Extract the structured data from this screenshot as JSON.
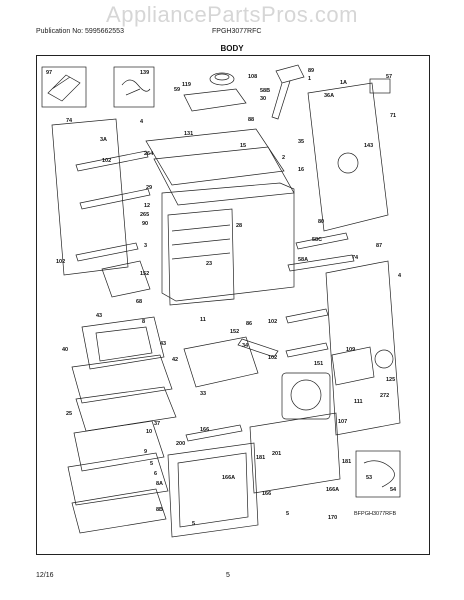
{
  "watermark": "AppliancePartsPros.com",
  "header": {
    "publication": "Publication No: 5995662553",
    "model": "FPGH3077RFC",
    "section_title": "BODY"
  },
  "footer": {
    "date": "12/16",
    "page_number": "5"
  },
  "diagram": {
    "code": "BFPGH3077RFB",
    "callouts": [
      {
        "id": "c97",
        "label": "97"
      },
      {
        "id": "c139",
        "label": "139"
      },
      {
        "id": "c119",
        "label": "119"
      },
      {
        "id": "c108",
        "label": "108"
      },
      {
        "id": "c89",
        "label": "89"
      },
      {
        "id": "c1",
        "label": "1"
      },
      {
        "id": "c57",
        "label": "57"
      },
      {
        "id": "c1a",
        "label": "1A"
      },
      {
        "id": "c59",
        "label": "59"
      },
      {
        "id": "c58b",
        "label": "58B"
      },
      {
        "id": "c30",
        "label": "30"
      },
      {
        "id": "c36a",
        "label": "36A"
      },
      {
        "id": "c71",
        "label": "71"
      },
      {
        "id": "c74a",
        "label": "74"
      },
      {
        "id": "c3a",
        "label": "3A"
      },
      {
        "id": "c4a",
        "label": "4"
      },
      {
        "id": "c131",
        "label": "131"
      },
      {
        "id": "c88",
        "label": "88"
      },
      {
        "id": "c35",
        "label": "35"
      },
      {
        "id": "c143",
        "label": "143"
      },
      {
        "id": "c102a",
        "label": "102"
      },
      {
        "id": "c264",
        "label": "264"
      },
      {
        "id": "c15",
        "label": "15"
      },
      {
        "id": "c2",
        "label": "2"
      },
      {
        "id": "c16",
        "label": "16"
      },
      {
        "id": "c29a",
        "label": "29"
      },
      {
        "id": "c12",
        "label": "12"
      },
      {
        "id": "c265",
        "label": "265"
      },
      {
        "id": "c90",
        "label": "90"
      },
      {
        "id": "c28",
        "label": "28"
      },
      {
        "id": "c80",
        "label": "80"
      },
      {
        "id": "c58c",
        "label": "58C"
      },
      {
        "id": "c87",
        "label": "87"
      },
      {
        "id": "c102b",
        "label": "102"
      },
      {
        "id": "c3",
        "label": "3"
      },
      {
        "id": "c23",
        "label": "23"
      },
      {
        "id": "c58a",
        "label": "58A"
      },
      {
        "id": "c74b",
        "label": "74"
      },
      {
        "id": "c4b",
        "label": "4"
      },
      {
        "id": "c152a",
        "label": "152"
      },
      {
        "id": "c68",
        "label": "68"
      },
      {
        "id": "c11",
        "label": "11"
      },
      {
        "id": "c86",
        "label": "86"
      },
      {
        "id": "c152b",
        "label": "152"
      },
      {
        "id": "c43a",
        "label": "43"
      },
      {
        "id": "c8a",
        "label": "8"
      },
      {
        "id": "c43b",
        "label": "43"
      },
      {
        "id": "c34",
        "label": "34"
      },
      {
        "id": "c102c",
        "label": "102"
      },
      {
        "id": "c40",
        "label": "40"
      },
      {
        "id": "c42",
        "label": "42"
      },
      {
        "id": "c102d",
        "label": "102"
      },
      {
        "id": "c109",
        "label": "109"
      },
      {
        "id": "c151",
        "label": "151"
      },
      {
        "id": "c125",
        "label": "125"
      },
      {
        "id": "c33",
        "label": "33"
      },
      {
        "id": "c111",
        "label": "111"
      },
      {
        "id": "c272",
        "label": "272"
      },
      {
        "id": "c25",
        "label": "25"
      },
      {
        "id": "c107",
        "label": "107"
      },
      {
        "id": "c37",
        "label": "37"
      },
      {
        "id": "c10",
        "label": "10"
      },
      {
        "id": "c166a",
        "label": "166"
      },
      {
        "id": "c200",
        "label": "200"
      },
      {
        "id": "c181a",
        "label": "181"
      },
      {
        "id": "c201",
        "label": "201"
      },
      {
        "id": "c181b",
        "label": "181"
      },
      {
        "id": "c9",
        "label": "9"
      },
      {
        "id": "c5a",
        "label": "5"
      },
      {
        "id": "c6",
        "label": "6"
      },
      {
        "id": "c166b",
        "label": "166A"
      },
      {
        "id": "c8b",
        "label": "8A"
      },
      {
        "id": "c166c",
        "label": "166"
      },
      {
        "id": "c166d",
        "label": "166A"
      },
      {
        "id": "c53",
        "label": "53"
      },
      {
        "id": "c54",
        "label": "54"
      },
      {
        "id": "c8c",
        "label": "8B"
      },
      {
        "id": "c5b",
        "label": "5"
      },
      {
        "id": "c5c",
        "label": "5"
      },
      {
        "id": "c170",
        "label": "170"
      }
    ]
  }
}
